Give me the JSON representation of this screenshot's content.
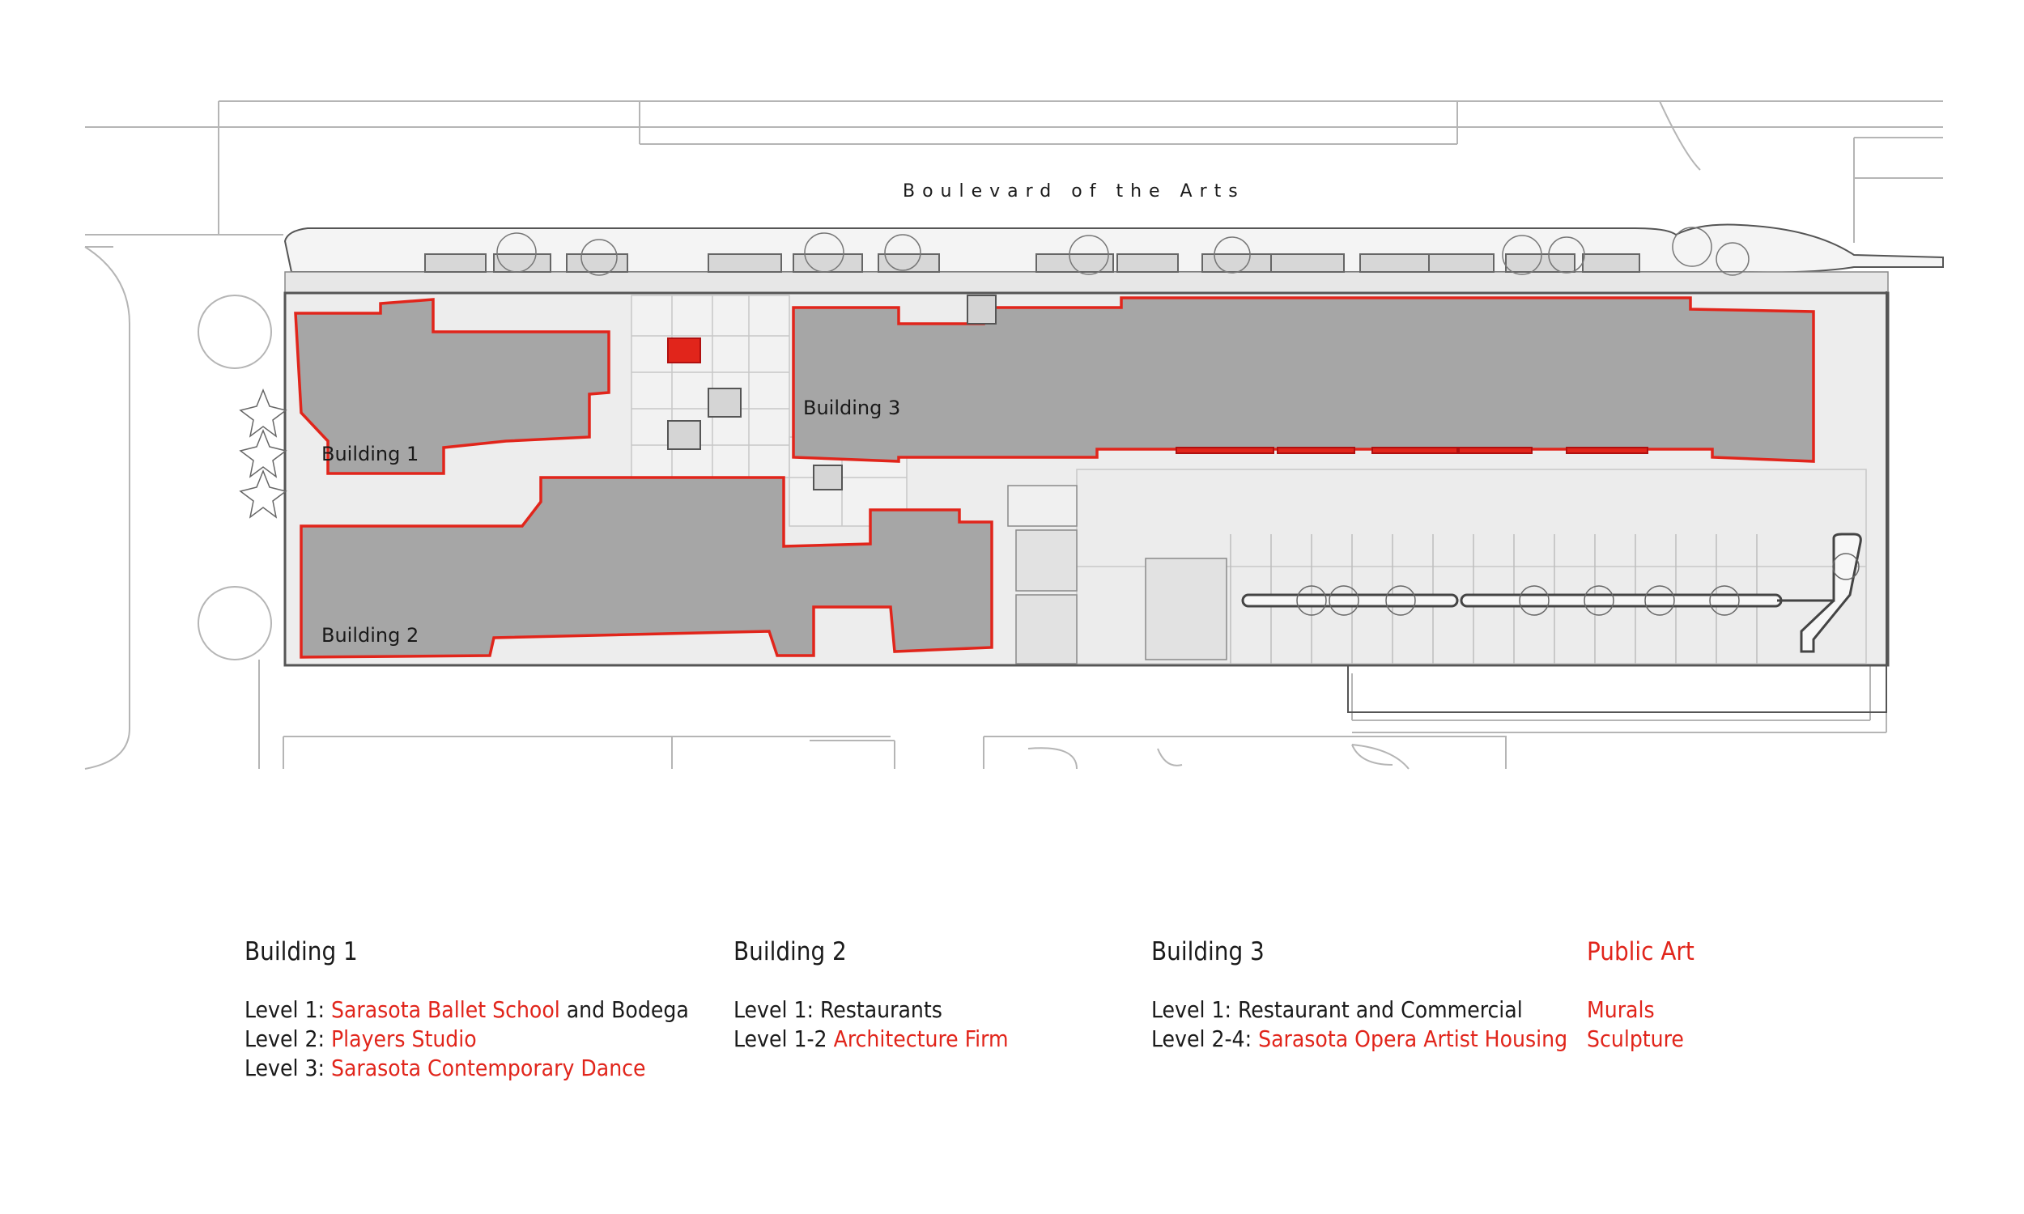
{
  "street": "Boulevard of the Arts",
  "plan_labels": {
    "building1": "Building 1",
    "building2": "Building 2",
    "building3": "Building 3"
  },
  "legend": {
    "building1": {
      "title": "Building 1",
      "rows": [
        {
          "prefix": "Level 1: ",
          "highlight": "Sarasota Ballet School",
          "suffix": " and Bodega"
        },
        {
          "prefix": "Level 2: ",
          "highlight": "Players Studio",
          "suffix": ""
        },
        {
          "prefix": "Level 3: ",
          "highlight": "Sarasota Contemporary Dance",
          "suffix": ""
        }
      ]
    },
    "building2": {
      "title": "Building 2",
      "rows": [
        {
          "prefix": "Level 1: Restaurants",
          "highlight": "",
          "suffix": ""
        },
        {
          "prefix": "Level  1-2 ",
          "highlight": "Architecture Firm",
          "suffix": ""
        }
      ]
    },
    "building3": {
      "title": "Building 3",
      "rows": [
        {
          "prefix": "Level 1: Restaurant and Commercial",
          "highlight": "",
          "suffix": ""
        },
        {
          "prefix": "Level 2-4: ",
          "highlight": "Sarasota Opera Artist Housing",
          "suffix": ""
        }
      ]
    },
    "public_art": {
      "title": "Public Art",
      "items": [
        "Murals",
        "Sculpture"
      ]
    }
  },
  "colors": {
    "building_fill": "#a6a6a6",
    "outline": "#e1251b",
    "highlight_text": "#e1251b",
    "site_fill": "#ededed",
    "line": "#9a9a9a"
  }
}
